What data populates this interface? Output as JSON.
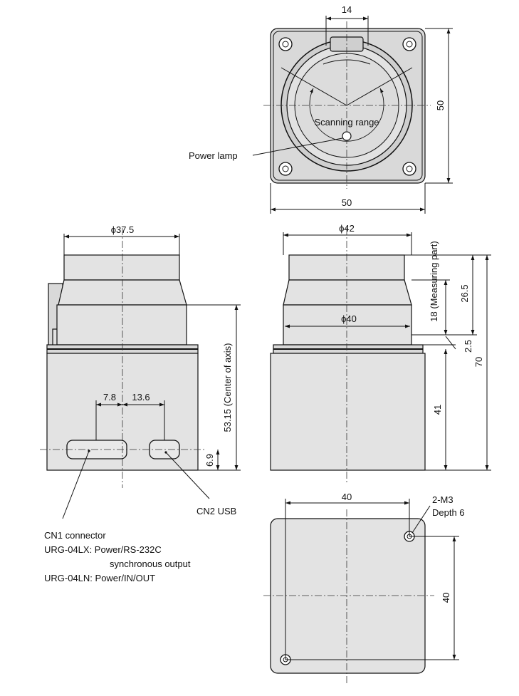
{
  "top_view": {
    "dim_width_top": "14",
    "dim_height": "50",
    "dim_width_bottom": "50",
    "scanning_range_label": "Scanning range",
    "power_lamp_label": "Power lamp"
  },
  "side_view_left": {
    "dim_diameter": "ϕ37.5",
    "dim_7_8": "7.8",
    "dim_13_6": "13.6",
    "dim_center_axis": "53.15 (Center of axis)",
    "dim_6_9": "6.9",
    "cn2_label": "CN2 USB",
    "cn1_lines": [
      "CN1 connector",
      "URG-04LX: Power/RS-232C",
      "synchronous output",
      "URG-04LN: Power/IN/OUT"
    ]
  },
  "side_view_right": {
    "dim_diameter_top": "ϕ42",
    "dim_diameter_mid": "ϕ40",
    "dim_measuring": "18 (Measuring part)",
    "dim_26_5": "26.5",
    "dim_2_5": "2.5",
    "dim_70": "70",
    "dim_41": "41"
  },
  "bottom_view": {
    "dim_width": "40",
    "dim_height": "40",
    "hole_lines": [
      "2-M3",
      "Depth 6"
    ]
  }
}
